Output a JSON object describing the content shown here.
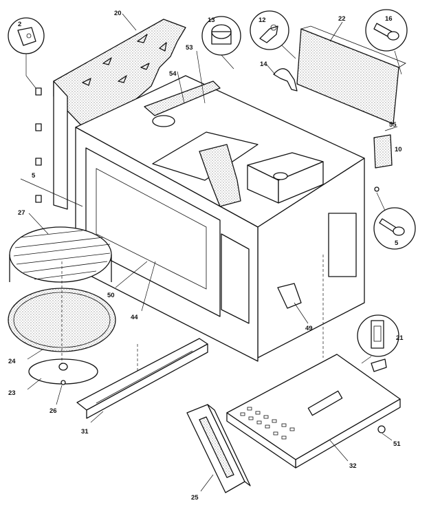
{
  "labels": {
    "p2": "2",
    "p5a": "5",
    "p5b": "5",
    "p10": "10",
    "p12": "12",
    "p13": "13",
    "p14": "14",
    "p16": "16",
    "p20": "20",
    "p21": "21",
    "p22": "22",
    "p23": "23",
    "p24": "24",
    "p25": "25",
    "p26": "26",
    "p27": "27",
    "p31": "31",
    "p32": "32",
    "p44": "44",
    "p49": "49",
    "p50": "50",
    "p51": "51",
    "p53": "53",
    "p54": "54",
    "p55": "55"
  }
}
